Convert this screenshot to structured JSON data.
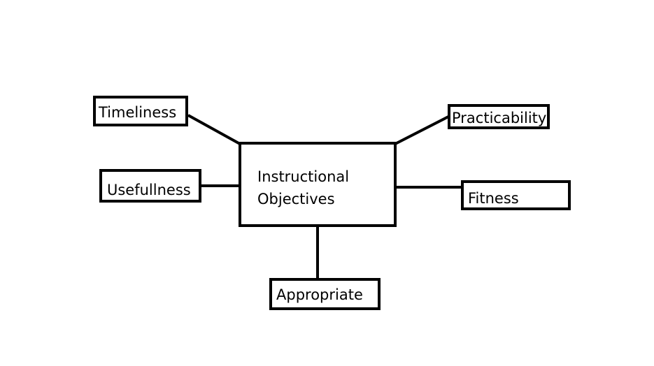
{
  "center": {
    "line1": "Instructional",
    "line2": "Objectives"
  },
  "nodes": {
    "timeliness": "Timeliness",
    "usefullness": "Usefullness",
    "practicability": "Practicability",
    "fitness": "Fitness",
    "appropriate": "Appropriate"
  },
  "colors": {
    "stroke": "#000000",
    "background": "#ffffff"
  }
}
